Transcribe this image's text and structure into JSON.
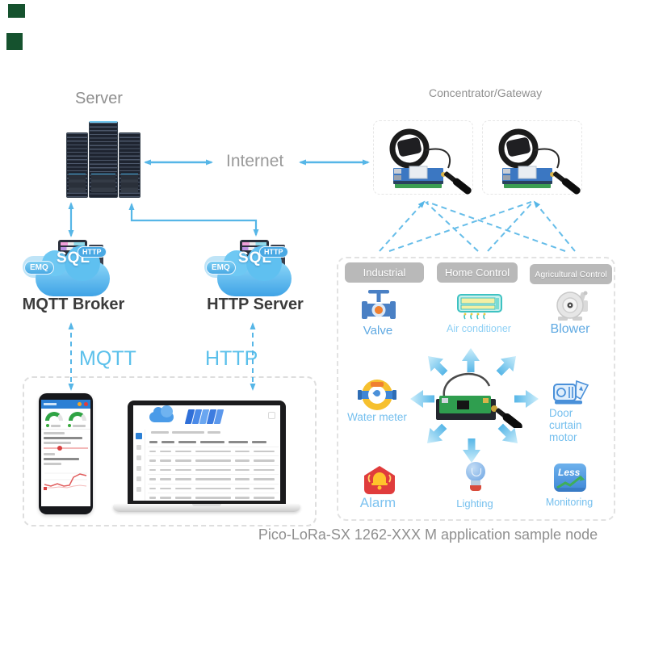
{
  "colors": {
    "accent_blue": "#56b6e7",
    "label_blue": "#74bfee",
    "chip_gray": "#b9b9b9",
    "title_gray": "#8f8f8f",
    "broker_text": "#3b3b3b",
    "watermark_green": "#15522e"
  },
  "server": {
    "label": "Server"
  },
  "internet": {
    "label": "Internet"
  },
  "gateway": {
    "title": "Concentrator/Gateway"
  },
  "brokers": {
    "mqtt": {
      "label": "MQTT Broker",
      "badge_emq": "EMQ",
      "badge_http": "HTTP",
      "badge_sql": "SQL"
    },
    "http": {
      "label": "HTTP Server",
      "badge_emq": "EMQ",
      "badge_http": "HTTP",
      "badge_sql": "SQL"
    }
  },
  "links": {
    "mqtt_label": "MQTT",
    "http_label": "HTTP"
  },
  "node_panel": {
    "categories": [
      {
        "label": "Industrial"
      },
      {
        "label": "Home Control"
      },
      {
        "label": "Agricultural Control"
      }
    ],
    "devices": [
      {
        "label": "Valve"
      },
      {
        "label": "Air conditioner"
      },
      {
        "label": "Blower"
      },
      {
        "label": "Water meter"
      },
      {
        "label": "Door curtain motor"
      },
      {
        "label": "Alarm"
      },
      {
        "label": "Lighting"
      },
      {
        "label": "Monitoring"
      }
    ],
    "monitoring_badge_text": "Less"
  },
  "caption": {
    "text": "Pico-LoRa-SX 1262-XXX M application sample node"
  }
}
